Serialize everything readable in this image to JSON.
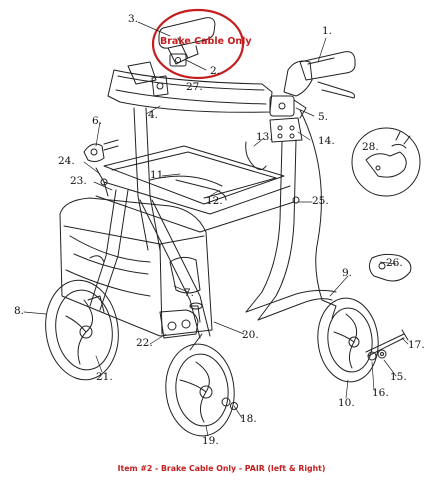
{
  "callout": {
    "text": "Brake Cable Only",
    "color": "#c41e1e"
  },
  "caption": {
    "text": "Item #2 - Brake Cable Only  - PAIR (left & Right)",
    "color": "#c41e1e"
  },
  "part_labels": [
    "1.",
    "2.",
    "3.",
    "4.",
    "5.",
    "6.",
    "7.",
    "8.",
    "9.",
    "10.",
    "11.",
    "12.",
    "13.",
    "14.",
    "15.",
    "16.",
    "17.",
    "18.",
    "19.",
    "20.",
    "21.",
    "22.",
    "23.",
    "24.",
    "25.",
    "26.",
    "27.",
    "28."
  ]
}
